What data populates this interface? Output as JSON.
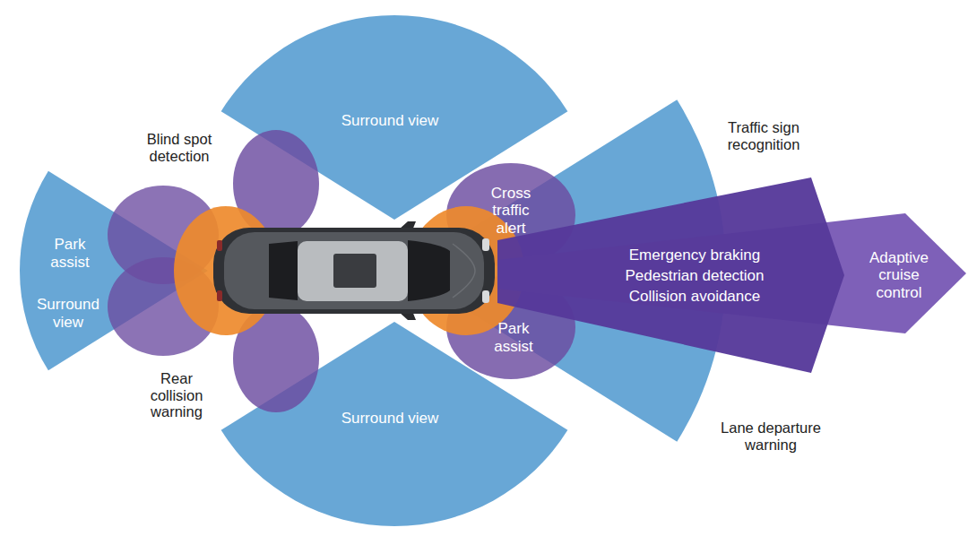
{
  "diagram": {
    "nodes": [
      {
        "text": [
          "Park assist",
          "Surround view"
        ]
      },
      {
        "text": [
          "Surround view"
        ]
      },
      {
        "text": [
          "Cross traffic alert"
        ]
      },
      {
        "text": [
          "Emergency braking",
          "Pedestrian detection",
          "Collision avoidance"
        ]
      },
      {
        "text": [
          "Adaptive cruise control"
        ]
      },
      {
        "text": [
          "Park assist"
        ]
      },
      {
        "text": [
          "Surround view"
        ]
      }
    ],
    "labels": [
      "Blind spot detection",
      "Traffic sign recognition",
      "Rear collision warning",
      "Lane departure warning"
    ]
  }
}
